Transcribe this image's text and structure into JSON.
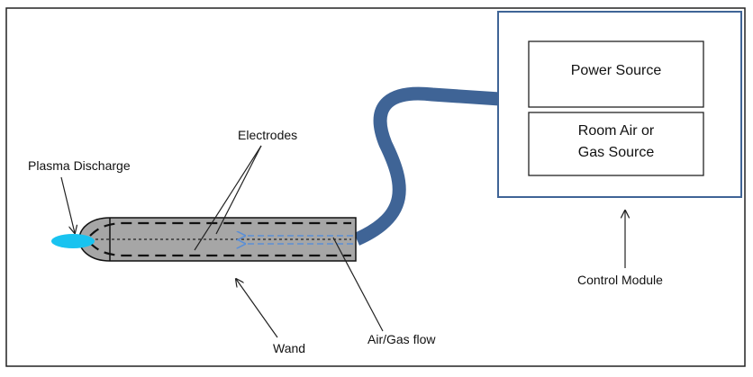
{
  "labels": {
    "plasma_discharge": "Plasma Discharge",
    "electrodes": "Electrodes",
    "wand": "Wand",
    "air_gas_flow": "Air/Gas flow",
    "control_module": "Control Module"
  },
  "control_module": {
    "power_source": "Power Source",
    "gas_source_line1": "Room Air or",
    "gas_source_line2": "Gas Source"
  },
  "colors": {
    "cable": "#3f6496",
    "plasma": "#19c3f0",
    "wand_fill": "#a6a6a6",
    "flow_arrows": "#5b8fd6",
    "frame": "#222222"
  }
}
